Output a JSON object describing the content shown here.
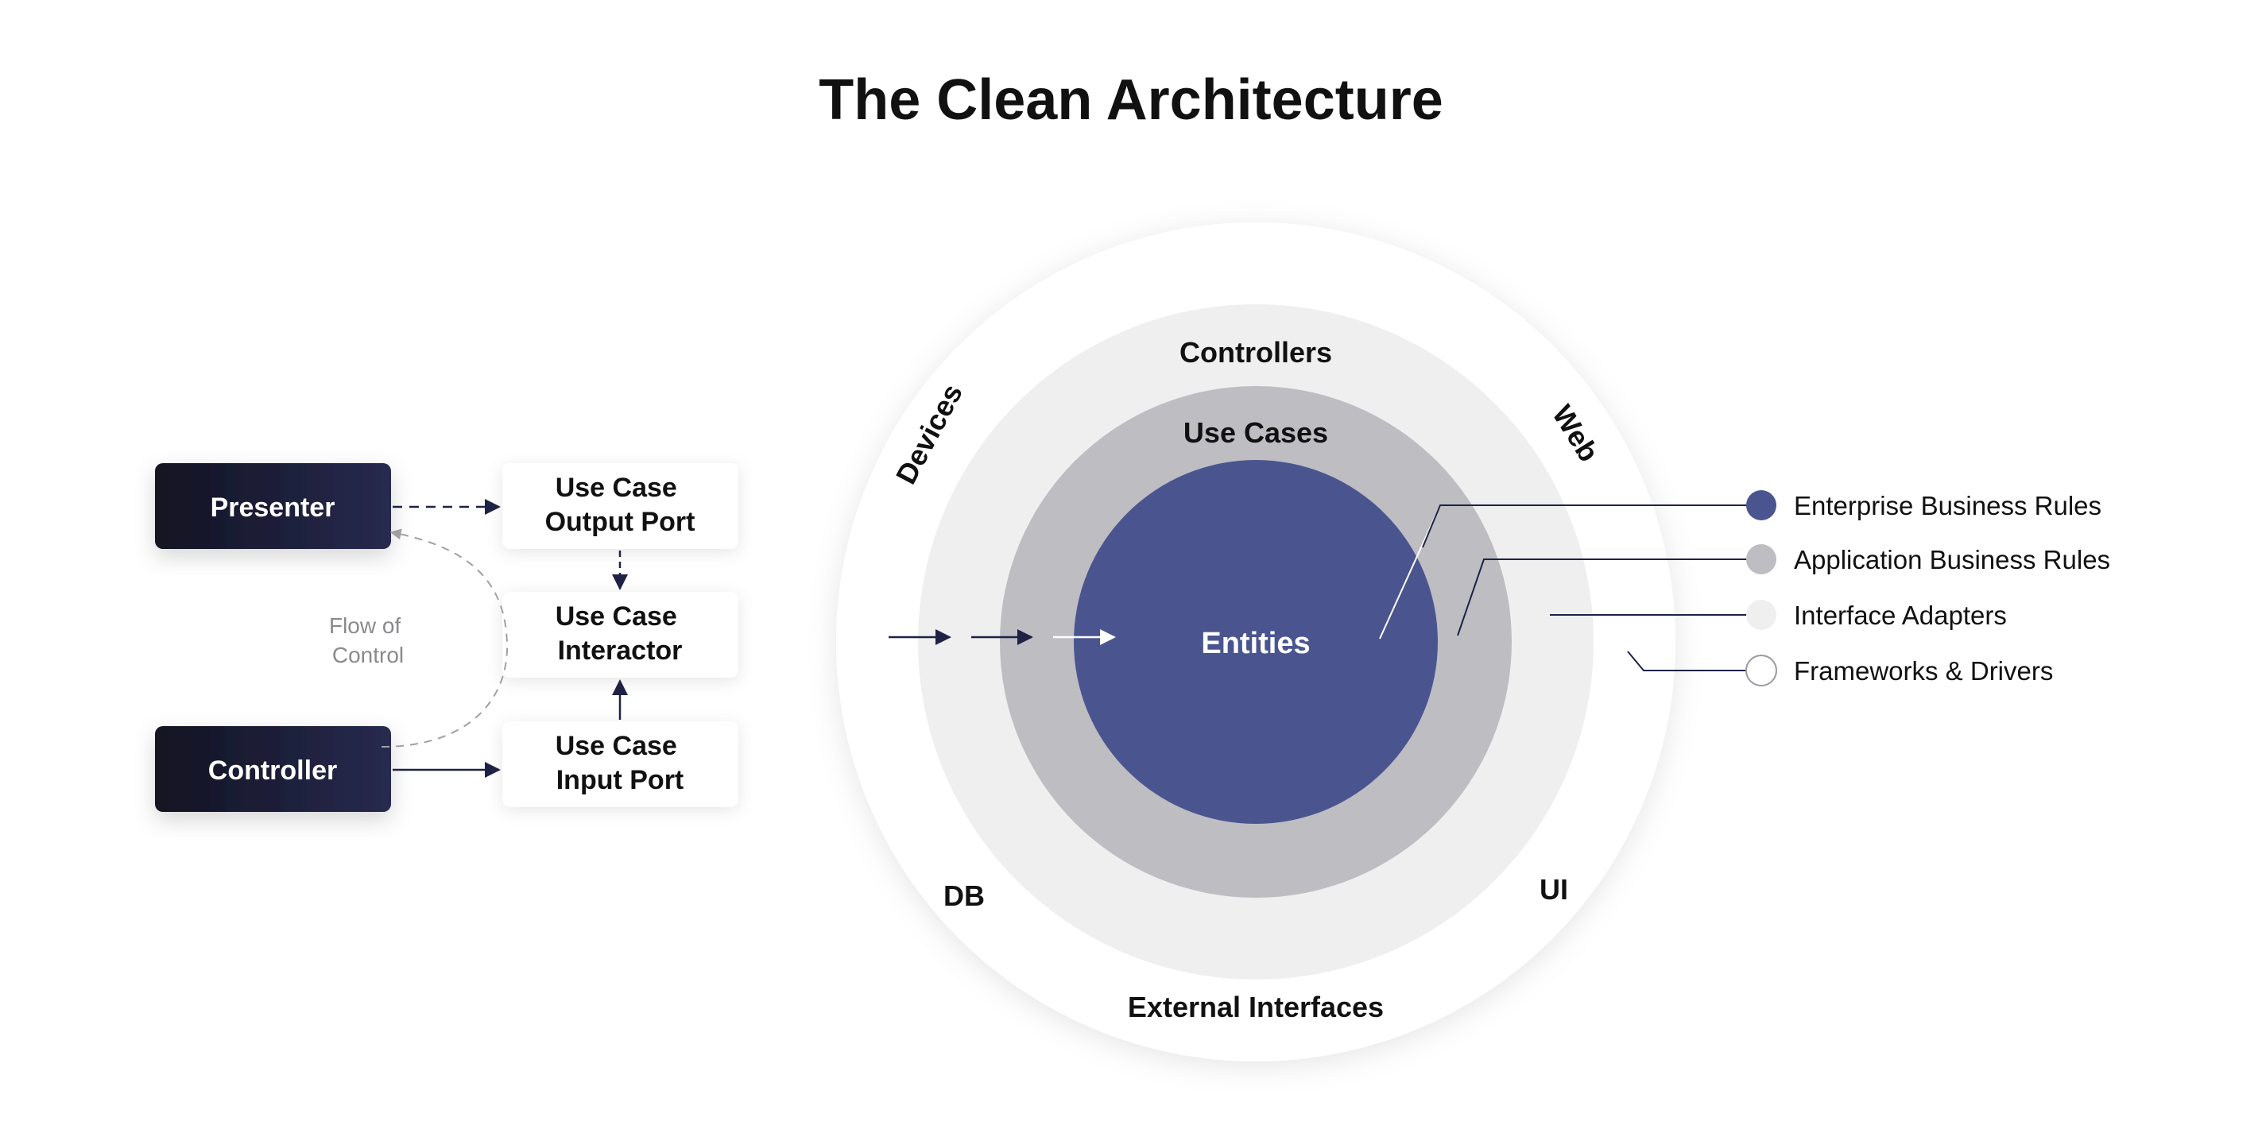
{
  "title": "The Clean Architecture",
  "flow": {
    "presenter": "Presenter",
    "controller": "Controller",
    "output_port": [
      "Use Case",
      "Output Port"
    ],
    "interactor": [
      "Use Case",
      "Interactor"
    ],
    "input_port": [
      "Use Case",
      "Input Port"
    ],
    "flow_label": [
      "Flow of",
      "Control"
    ]
  },
  "rings": {
    "outer_labels": {
      "devices": "Devices",
      "web": "Web",
      "db": "DB",
      "ui": "UI",
      "external": "External Interfaces"
    },
    "controllers": "Controllers",
    "use_cases": "Use Cases",
    "entities": "Entities"
  },
  "legend": [
    {
      "label": "Enterprise Business Rules",
      "color": "#4a5590"
    },
    {
      "label": "Application Business Rules",
      "color": "#bdbdc2"
    },
    {
      "label": "Interface Adapters",
      "color": "#efefef"
    },
    {
      "label": "Frameworks & Drivers",
      "color": "#ffffff"
    }
  ],
  "colors": {
    "dark_box": "#1b1d33",
    "entities": "#4a5590",
    "use_cases": "#bdbdc2",
    "adapters": "#efefef",
    "arrow": "#1e2245"
  }
}
